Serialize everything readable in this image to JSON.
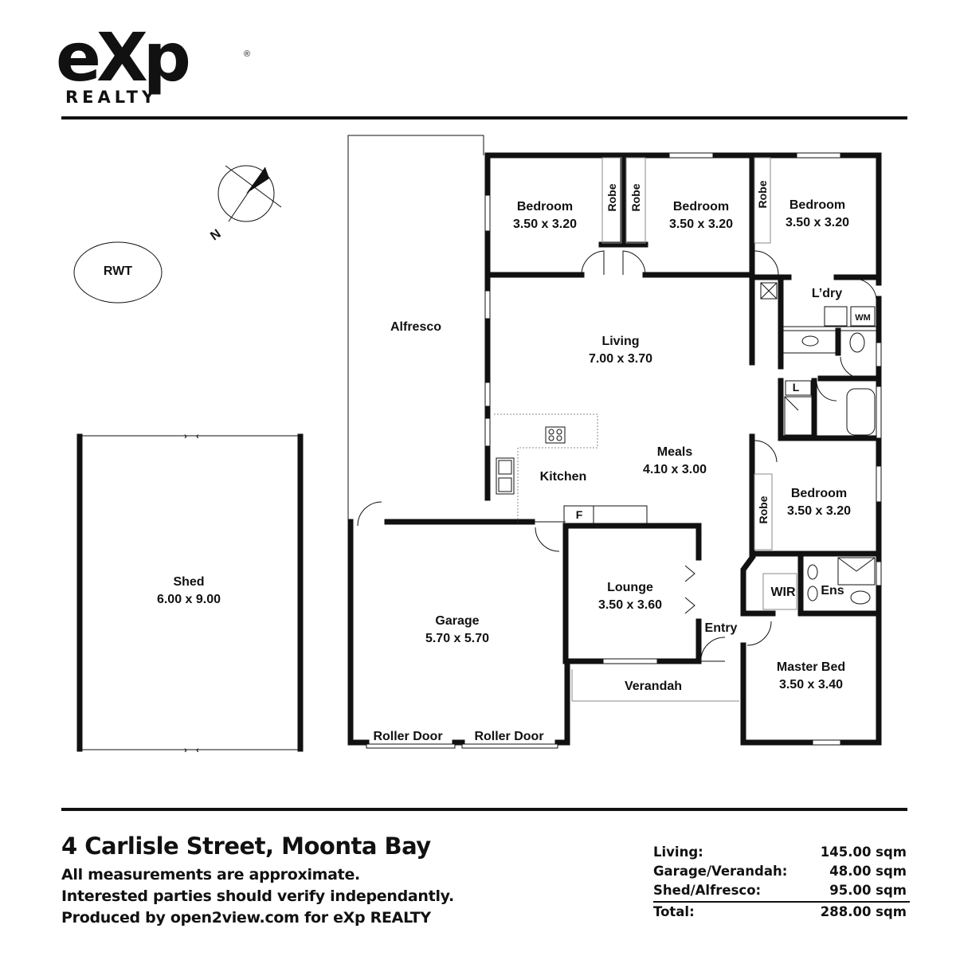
{
  "brand": {
    "logo_text": "eXp",
    "logo_sub": "REALTY",
    "registered": "®"
  },
  "compass": {
    "label": "N"
  },
  "plan": {
    "rooms": [
      {
        "id": "bed1",
        "name": "Bedroom",
        "size": "3.50 x 3.20"
      },
      {
        "id": "bed2",
        "name": "Bedroom",
        "size": "3.50 x 3.20"
      },
      {
        "id": "bed3",
        "name": "Bedroom",
        "size": "3.50 x 3.20"
      },
      {
        "id": "living",
        "name": "Living",
        "size": "7.00 x 3.70"
      },
      {
        "id": "meals",
        "name": "Meals",
        "size": "4.10 x 3.00"
      },
      {
        "id": "bed4",
        "name": "Bedroom",
        "size": "3.50 x 3.20"
      },
      {
        "id": "lounge",
        "name": "Lounge",
        "size": "3.50 x 3.60"
      },
      {
        "id": "garage",
        "name": "Garage",
        "size": "5.70 x 5.70"
      },
      {
        "id": "master",
        "name": "Master Bed",
        "size": "3.50 x 3.40"
      },
      {
        "id": "shed",
        "name": "Shed",
        "size": "6.00 x 9.00"
      }
    ],
    "labels": {
      "rwt": "RWT",
      "alfresco": "Alfresco",
      "kitchen": "Kitchen",
      "laundry": "L’dry",
      "wm": "WM",
      "linen": "L",
      "robe": "Robe",
      "fridge": "F",
      "wir": "WIR",
      "ens": "Ens",
      "entry": "Entry",
      "verandah": "Verandah",
      "roller_door": "Roller Door"
    }
  },
  "footer": {
    "address": "4 Carlisle Street, Moonta Bay",
    "disclaimer_1": "All measurements are approximate.",
    "disclaimer_2": "Interested parties should verify independantly.",
    "produced_by": "Produced by open2view.com for eXp REALTY",
    "areas": [
      {
        "label": "Living:",
        "value": "145.00 sqm"
      },
      {
        "label": "Garage/Verandah:",
        "value": "48.00 sqm"
      },
      {
        "label": "Shed/Alfresco:",
        "value": "95.00 sqm"
      }
    ],
    "total": {
      "label": "Total:",
      "value": "288.00 sqm"
    }
  }
}
